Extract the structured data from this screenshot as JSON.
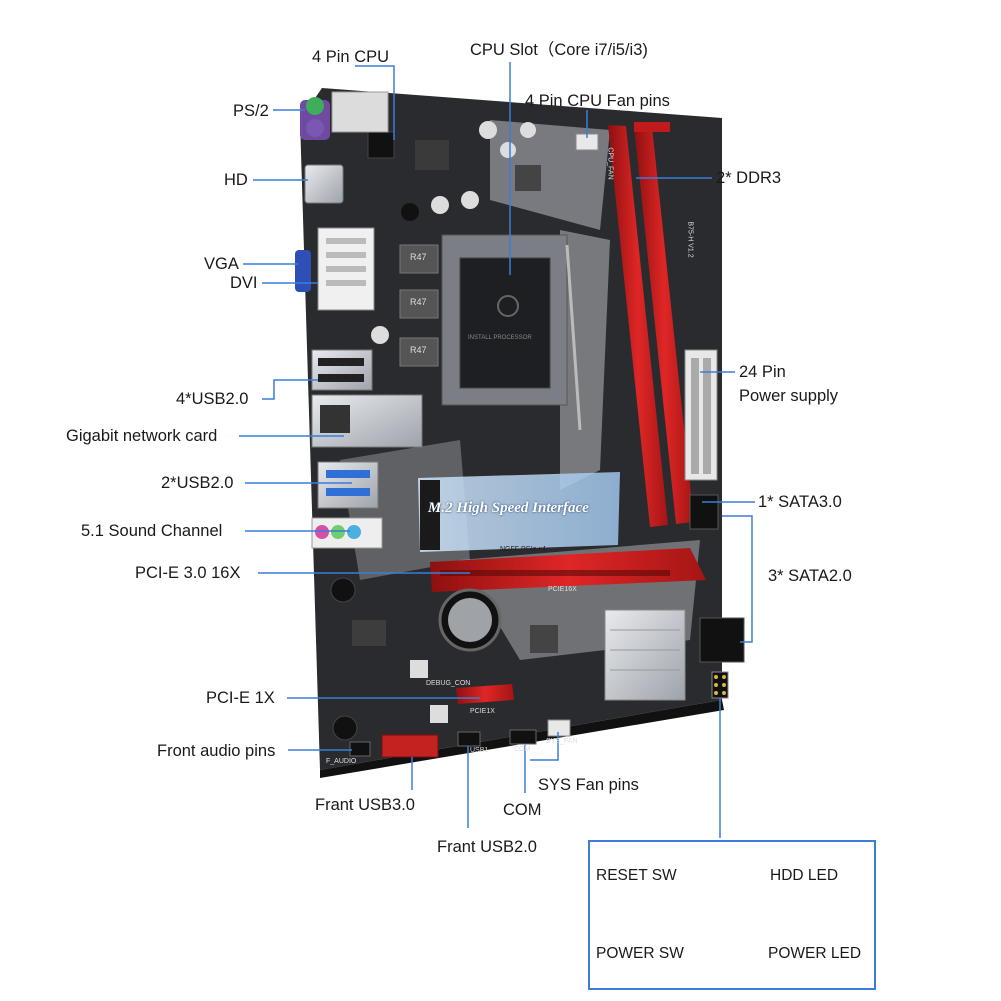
{
  "labels": {
    "cpu4pin": "4 Pin CPU",
    "cpu_slot": "CPU Slot（Core i7/i5/i3)",
    "cpu_fan": "4 Pin CPU  Fan pins",
    "ps2": "PS/2",
    "hd": "HD",
    "ddr3": "2* DDR3",
    "vga": "VGA",
    "dvi": "DVI",
    "pin24_line1": "24 Pin",
    "pin24_line2": "Power supply",
    "usb4": "4*USB2.0",
    "gigabit": "Gigabit network card",
    "usb2": "2*USB2.0",
    "sata3": "1* SATA3.0",
    "sound": "5.1 Sound Channel",
    "sata2": "3* SATA2.0",
    "pcie16": "PCI-E 3.0 16X",
    "pcie1": "PCI-E 1X",
    "front_audio": "Front audio pins",
    "sys_fan": "SYS  Fan pins",
    "front_usb3": "Frant USB3.0",
    "com": "COM",
    "front_usb2": "Frant USB2.0"
  },
  "board_text": {
    "m2": "M.2 High Speed Interface",
    "pcie16_silk": "PCIE16X",
    "pcie1_silk": "PCIE1X",
    "debug": "DEBUG_CON",
    "audio": "F_AUDIO",
    "usb1": "USB1",
    "com_silk": "COM",
    "sysfan": "SYS_FAN",
    "cpufan": "CPU_FAN",
    "cpu_text": "INSTALL PROCESSOR",
    "ngff": "NGFF PCIe x4",
    "r47": "R47",
    "model": "B75-H V1.2"
  },
  "pin_box": {
    "reset": "RESET SW",
    "hdd": "HDD  LED",
    "power_sw": "POWER SW",
    "power_led": "POWER LED"
  },
  "colors": {
    "accent": "#3b7dd8",
    "board": "#2a2b2e",
    "slot_red": "#d11f1f",
    "slot_red_dark": "#8e1010",
    "silver": "#c9ccd1"
  }
}
